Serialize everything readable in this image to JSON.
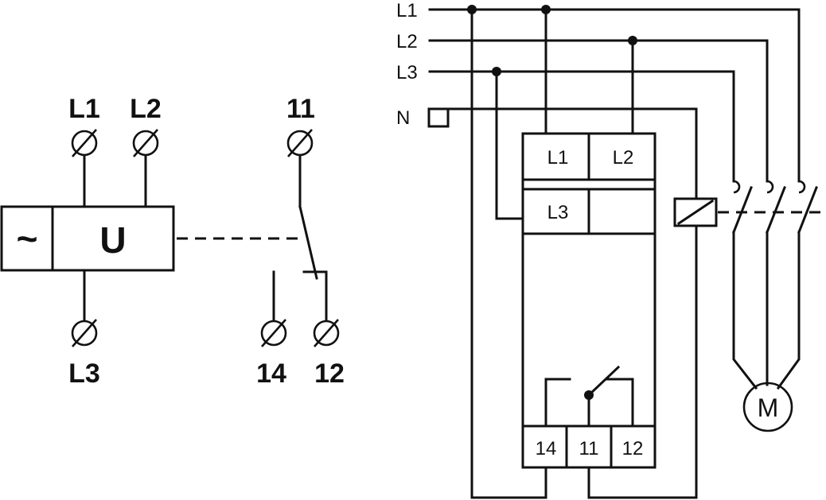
{
  "left_schematic": {
    "supply_symbol": "~",
    "function_symbol": "U",
    "terminal_labels": {
      "l1": "L1",
      "l2": "L2",
      "l3": "L3",
      "c11": "11",
      "c14": "14",
      "c12": "12"
    }
  },
  "right_wiring": {
    "lines": {
      "l1": "L1",
      "l2": "L2",
      "l3": "L3",
      "n": "N"
    },
    "relay_terminals": {
      "l1": "L1",
      "l2": "L2",
      "l3": "L3",
      "c14": "14",
      "c11": "11",
      "c12": "12"
    },
    "motor_label": "M"
  }
}
